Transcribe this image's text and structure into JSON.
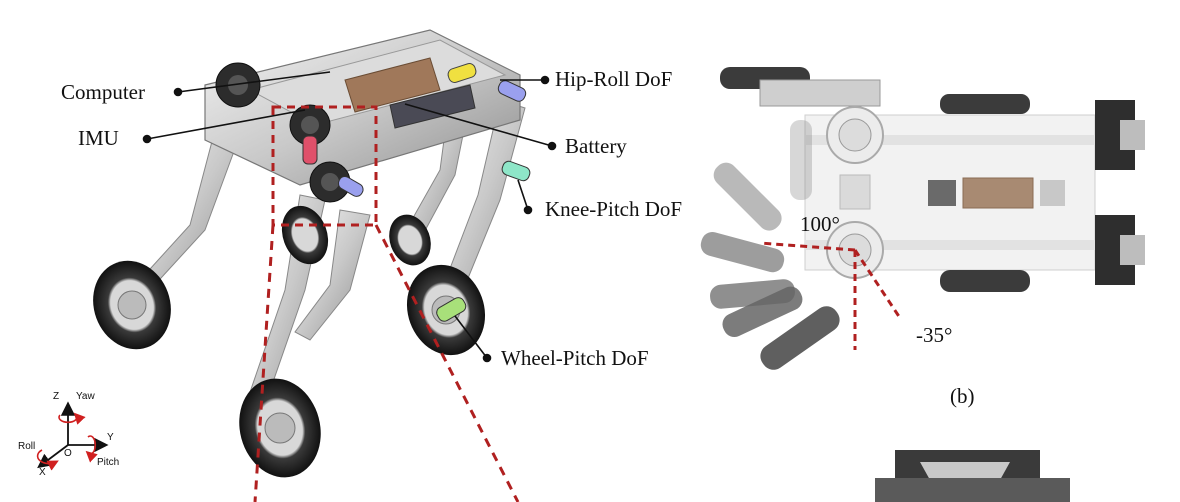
{
  "labels": {
    "computer": "Computer",
    "imu": "IMU",
    "hip_roll": "Hip-Roll DoF",
    "battery": "Battery",
    "knee_pitch": "Knee-Pitch DoF",
    "wheel_pitch": "Wheel-Pitch DoF",
    "angle_upper": "100°",
    "angle_lower": "-35°",
    "panel_b": "(b)"
  },
  "axes": {
    "z": "Z",
    "yaw": "Yaw",
    "y": "Y",
    "x": "X",
    "o": "O",
    "roll": "Roll",
    "pitch": "Pitch"
  },
  "colors": {
    "dashed_box": "#b02020",
    "imu_marker": "#e0506a",
    "hip_marker": "#9aa0ee",
    "knee_marker": "#8ee6c8",
    "wheel_marker": "#a8e07a",
    "computer_marker": "#f0e040",
    "axis_arrow": "#d02020"
  }
}
